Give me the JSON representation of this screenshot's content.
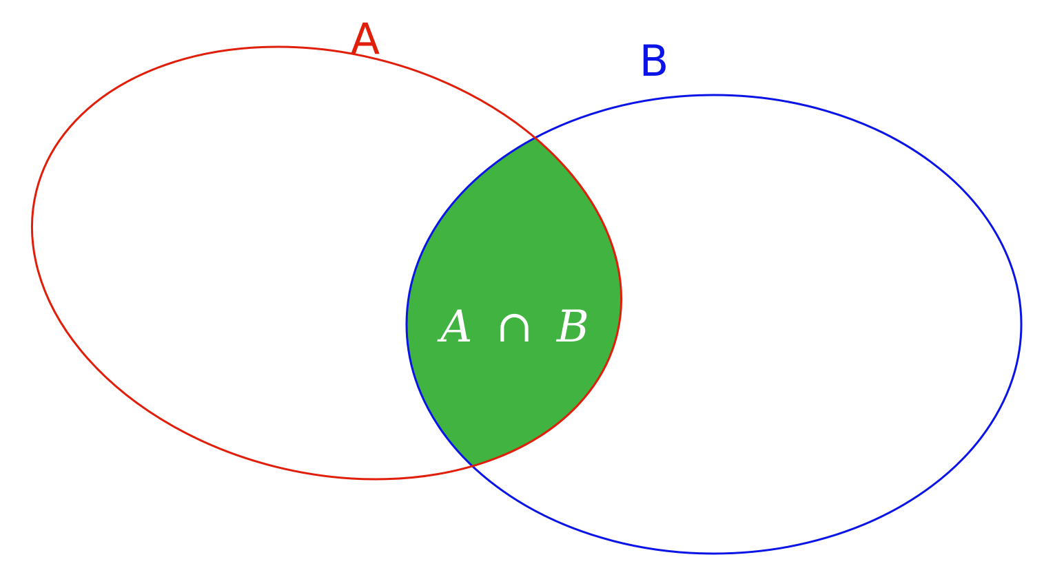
{
  "colors": {
    "background": "#ffffff",
    "set_a": "#e01e0a",
    "set_b": "#0a14e6",
    "intersection_fill": "#41b341",
    "intersection_text": "#ffffff"
  },
  "sets": {
    "a": {
      "label": "A"
    },
    "b": {
      "label": "B"
    }
  },
  "intersection": {
    "left": "A",
    "operator": "∩",
    "right": "B"
  }
}
